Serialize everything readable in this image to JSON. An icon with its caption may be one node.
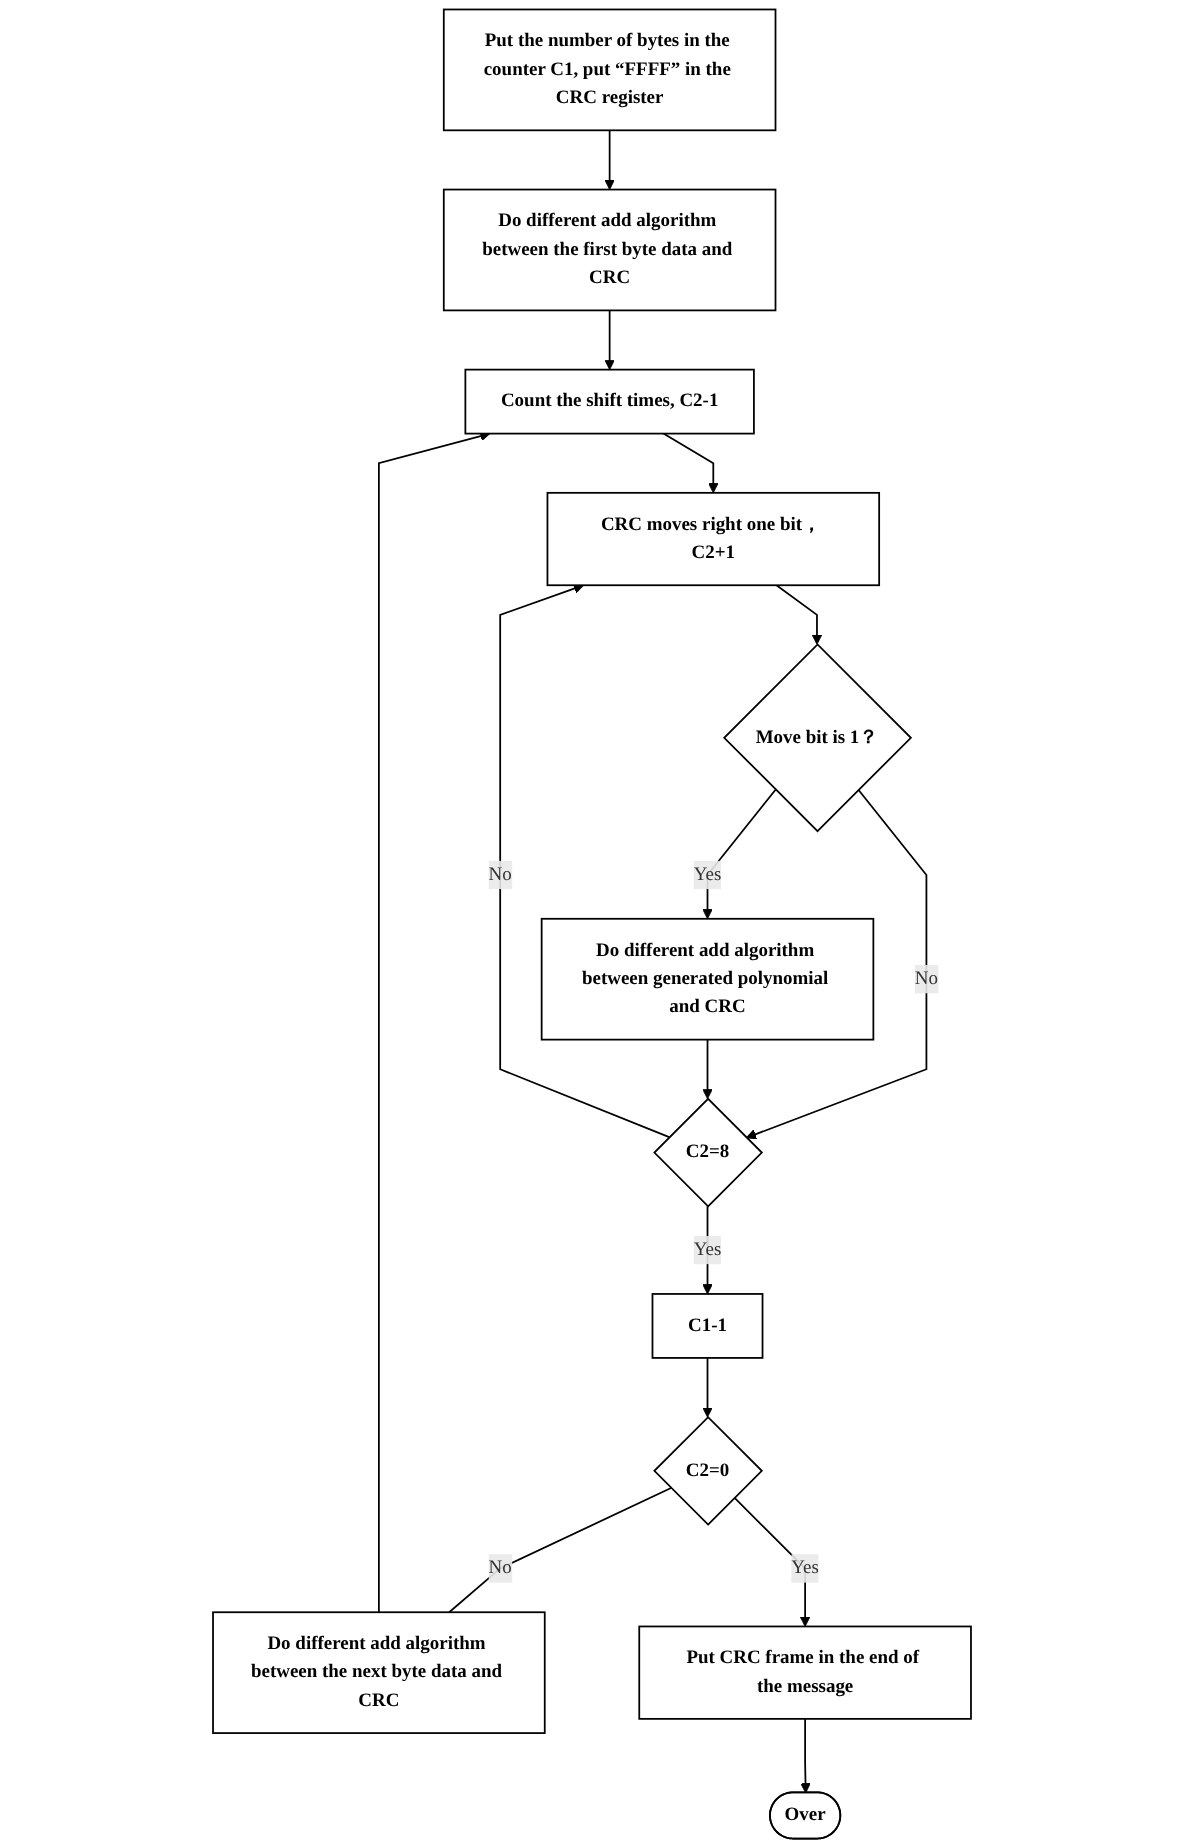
{
  "diagram": {
    "nodes": [
      {
        "text": [
          "Put the number of bytes in the counter C1, put “FFFF” in the CRC register"
        ]
      },
      {
        "text": [
          "Do different add algorithm between the first byte data and CRC"
        ]
      },
      {
        "text": [
          "Count the shift times, C2-1"
        ]
      },
      {
        "text": [
          "CRC moves right one bit， C2+1"
        ]
      },
      {
        "text": [
          "Move bit is 1？"
        ]
      },
      {
        "text": [
          "Do different add algorithm between generated polynomial and CRC"
        ]
      },
      {
        "text": [
          "C2=8"
        ]
      },
      {
        "text": [
          "C1-1"
        ]
      },
      {
        "text": [
          "C2=0"
        ]
      },
      {
        "text": [
          "Do different add algorithm between the next byte data and CRC"
        ]
      },
      {
        "text": [
          "Put CRC frame in the end of the message"
        ]
      },
      {
        "text": [
          "Over"
        ]
      }
    ],
    "edges": [
      {
        "from": 0,
        "to": 1,
        "arrow": "to"
      },
      {
        "from": 1,
        "to": 2,
        "arrow": "to"
      },
      {
        "from": 2,
        "to": 3,
        "arrow": "to"
      },
      {
        "from": 3,
        "to": 4,
        "arrow": "to"
      },
      {
        "from": 4,
        "to": 5,
        "arrow": "to",
        "label": "Yes"
      },
      {
        "from": 4,
        "to": 6,
        "arrow": "to",
        "label": "No"
      },
      {
        "from": 5,
        "to": 6,
        "arrow": "to"
      },
      {
        "from": 6,
        "to": 3,
        "arrow": "to",
        "label": "No"
      },
      {
        "from": 6,
        "to": 7,
        "arrow": "to",
        "label": "Yes"
      },
      {
        "from": 7,
        "to": 8,
        "arrow": "to"
      },
      {
        "from": 8,
        "to": 9,
        "arrow": "none",
        "label": "No"
      },
      {
        "from": 9,
        "to": 2,
        "arrow": "to"
      },
      {
        "from": 8,
        "to": 10,
        "arrow": "to",
        "label": "Yes"
      },
      {
        "from": 10,
        "to": 11,
        "arrow": "to"
      }
    ]
  }
}
